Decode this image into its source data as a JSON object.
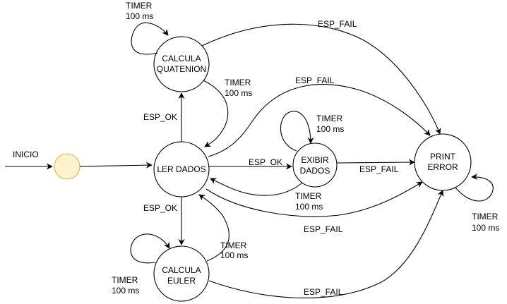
{
  "start_label": "INICIO",
  "states": {
    "initial": {
      "fill": "#fff2cc",
      "stroke": "#d6b656"
    },
    "ler": {
      "label": "LER DADOS"
    },
    "quat": {
      "line1": "CALCULA",
      "line2": "QUATENION"
    },
    "euler": {
      "line1": "CALCULA",
      "line2": "EULER"
    },
    "exibir": {
      "line1": "EXIBIR",
      "line2": "DADOS"
    },
    "print": {
      "line1": "PRINT",
      "line2": "ERROR"
    }
  },
  "edges": {
    "ler_to_quat": "ESP_OK",
    "ler_to_euler": "ESP_OK",
    "ler_to_exibir": "ESP_OK",
    "quat_to_ler": {
      "line1": "TIMER",
      "line2": "100 ms"
    },
    "euler_to_ler": {
      "line1": "TIMER",
      "line2": "100 ms"
    },
    "exibir_to_ler": {
      "line1": "TIMER",
      "line2": "100 ms"
    },
    "quat_self": {
      "line1": "TIMER",
      "line2": "100 ms"
    },
    "euler_self": {
      "line1": "TIMER",
      "line2": "100 ms"
    },
    "exibir_self": {
      "line1": "TIMER",
      "line2": "100 ms"
    },
    "print_self": {
      "line1": "TIMER",
      "line2": "100 ms"
    },
    "quat_to_print": "ESP_FAIL",
    "ler_to_print_top": "ESP_FAIL",
    "exibir_to_print": "ESP_FAIL",
    "ler_to_print_bottom": "ESP_FAIL",
    "euler_to_print": "ESP_FAIL"
  }
}
